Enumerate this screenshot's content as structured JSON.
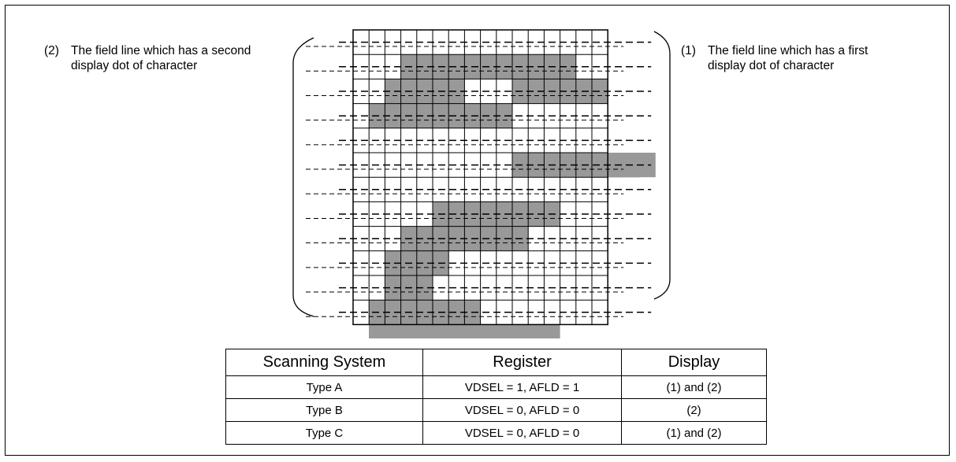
{
  "notes": {
    "left": {
      "number": "(2)",
      "text": "The field line which has a second display dot of character"
    },
    "right": {
      "number": "(1)",
      "text": "The field line which has a first display dot of character"
    }
  },
  "colors": {
    "lit_dot": "#999999",
    "grid_line": "#000000",
    "background": "#ffffff"
  },
  "glyph": {
    "columns": 16,
    "rows": 24,
    "lit_dots": [
      [
        1,
        3,
        4
      ],
      [
        1,
        4,
        4
      ],
      [
        1,
        5,
        4
      ],
      [
        1,
        6,
        4
      ],
      [
        1,
        7,
        4
      ],
      [
        1,
        8,
        4
      ],
      [
        1,
        9,
        4
      ],
      [
        1,
        10,
        4
      ],
      [
        2,
        2,
        5
      ],
      [
        2,
        10,
        5
      ],
      [
        2,
        11,
        5
      ],
      [
        3,
        1,
        4
      ],
      [
        3,
        1,
        5
      ],
      [
        3,
        1,
        6
      ],
      [
        3,
        1,
        7
      ],
      [
        3,
        1,
        8
      ],
      [
        3,
        2,
        6
      ],
      [
        3,
        2,
        7
      ],
      [
        3,
        2,
        8
      ],
      [
        5,
        11,
        4
      ],
      [
        5,
        11,
        5
      ],
      [
        5,
        11,
        6
      ],
      [
        5,
        11,
        7
      ],
      [
        5,
        11,
        8
      ],
      [
        5,
        10,
        8
      ],
      [
        7,
        5,
        3
      ],
      [
        7,
        6,
        3
      ],
      [
        7,
        7,
        3
      ],
      [
        7,
        8,
        3
      ],
      [
        7,
        9,
        3
      ],
      [
        7,
        10,
        3
      ],
      [
        8,
        3,
        2
      ],
      [
        8,
        4,
        2
      ],
      [
        8,
        5,
        2
      ],
      [
        8,
        6,
        2
      ],
      [
        8,
        7,
        2
      ],
      [
        8,
        8,
        2
      ],
      [
        8,
        9,
        2
      ],
      [
        9,
        2,
        1
      ],
      [
        9,
        3,
        1
      ],
      [
        9,
        4,
        1
      ],
      [
        9,
        5,
        1
      ],
      [
        10,
        2,
        1
      ],
      [
        10,
        3,
        1
      ],
      [
        10,
        2,
        2
      ],
      [
        10,
        2,
        3
      ],
      [
        11,
        1,
        1
      ],
      [
        11,
        2,
        1
      ],
      [
        11,
        1,
        2
      ],
      [
        11,
        1,
        3
      ],
      [
        11,
        1,
        4
      ],
      [
        11,
        1,
        5
      ],
      [
        11,
        1,
        6
      ],
      [
        11,
        1,
        7
      ],
      [
        12,
        1,
        1
      ],
      [
        12,
        1,
        2
      ],
      [
        12,
        1,
        3
      ],
      [
        12,
        1,
        4
      ],
      [
        12,
        1,
        5
      ],
      [
        12,
        1,
        6
      ],
      [
        12,
        1,
        7
      ],
      [
        12,
        1,
        8
      ],
      [
        12,
        1,
        9
      ],
      [
        12,
        1,
        10
      ],
      [
        12,
        1,
        11
      ],
      [
        12,
        1,
        12
      ]
    ]
  },
  "table": {
    "headers": [
      "Scanning System",
      "Register",
      "Display"
    ],
    "rows": [
      [
        "Type A",
        "VDSEL = 1, AFLD = 1",
        "(1) and (2)"
      ],
      [
        "Type B",
        "VDSEL = 0, AFLD = 0",
        "(2)"
      ],
      [
        "Type C",
        "VDSEL = 0, AFLD = 0",
        "(1) and (2)"
      ]
    ]
  }
}
